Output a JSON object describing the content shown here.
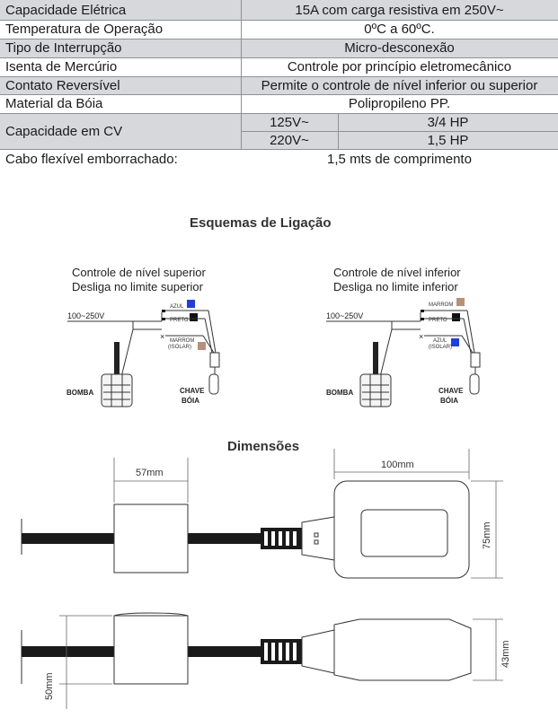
{
  "specs": {
    "rows": [
      {
        "label": "Capacidade Elétrica",
        "value": "15A com carga resistiva em 250V~"
      },
      {
        "label": "Temperatura de Operação",
        "value": "0ºC a 60ºC."
      },
      {
        "label": "Tipo de Interrupção",
        "value": "Micro-desconexão"
      },
      {
        "label": "Isenta de Mercúrio",
        "value": "Controle por princípio eletromecânico"
      },
      {
        "label": "Contato Reversível",
        "value": "Permite o controle de nível inferior ou superior"
      },
      {
        "label": "Material da Bóia",
        "value": "Polipropileno PP."
      }
    ],
    "cv": {
      "label": "Capacidade em CV",
      "rows": [
        {
          "voltage": "125V~",
          "hp": "3/4 HP"
        },
        {
          "voltage": "220V~",
          "hp": "1,5 HP"
        }
      ]
    },
    "cable": {
      "label": "Cabo flexível emborrachado:",
      "value": "1,5 mts de comprimento"
    }
  },
  "wiring": {
    "heading": "Esquemas de Ligação",
    "left": {
      "title1": "Controle de nível superior",
      "title2": "Desliga no limite superior",
      "voltage": "100~250V",
      "wire1": "AZUL",
      "wire2": "PRETO",
      "wire3a": "MARROM",
      "wire3b": "(ISOLAR)",
      "pump": "BOMBA",
      "switch1": "CHAVE",
      "switch2": "BÓIA",
      "colors": {
        "wire1": "#1f3fd6",
        "wire2": "#111111",
        "wire3": "#b8907a"
      }
    },
    "right": {
      "title1": "Controle de nível inferior",
      "title2": "Desliga no limite inferior",
      "voltage": "100~250V",
      "wire1": "MARROM",
      "wire2": "PRETO",
      "wire3a": "AZUL",
      "wire3b": "(ISOLAR)",
      "pump": "BOMBA",
      "switch1": "CHAVE",
      "switch2": "BÓIA",
      "colors": {
        "wire1": "#b8907a",
        "wire2": "#111111",
        "wire3": "#1f3fd6"
      }
    }
  },
  "dimensions": {
    "heading": "Dimensões",
    "d57": "57mm",
    "d100": "100mm",
    "d75": "75mm",
    "d50": "50mm",
    "d43": "43mm"
  }
}
